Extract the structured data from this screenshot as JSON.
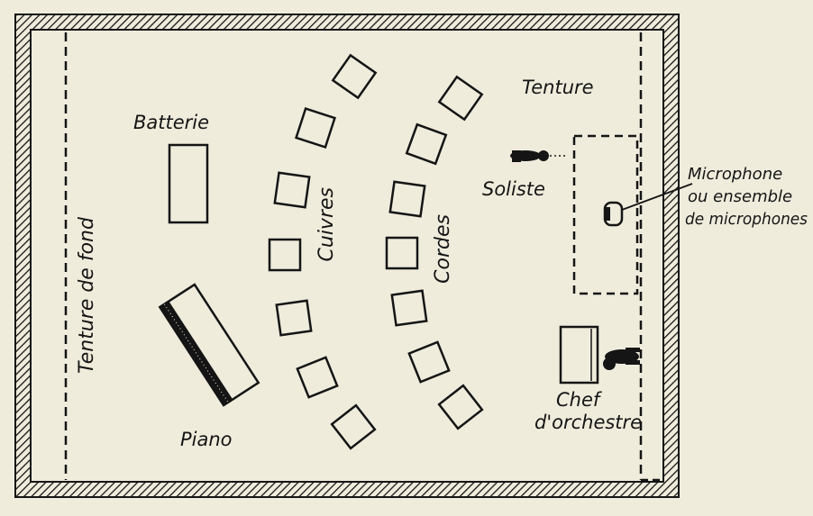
{
  "labels": {
    "batterie": "Batterie",
    "piano": "Piano",
    "cuivres": "Cuivres",
    "cordes": "Cordes",
    "tenture_fond": "Tenture de fond",
    "tenture": "Tenture",
    "soliste": "Soliste",
    "microphone_1": "Microphone",
    "microphone_2": "ou ensemble",
    "microphone_3": "de microphones",
    "chef_1": "Chef",
    "chef_2": "d'orchestre"
  },
  "colors": {
    "paper": "#efecdc",
    "ink": "#151515"
  }
}
